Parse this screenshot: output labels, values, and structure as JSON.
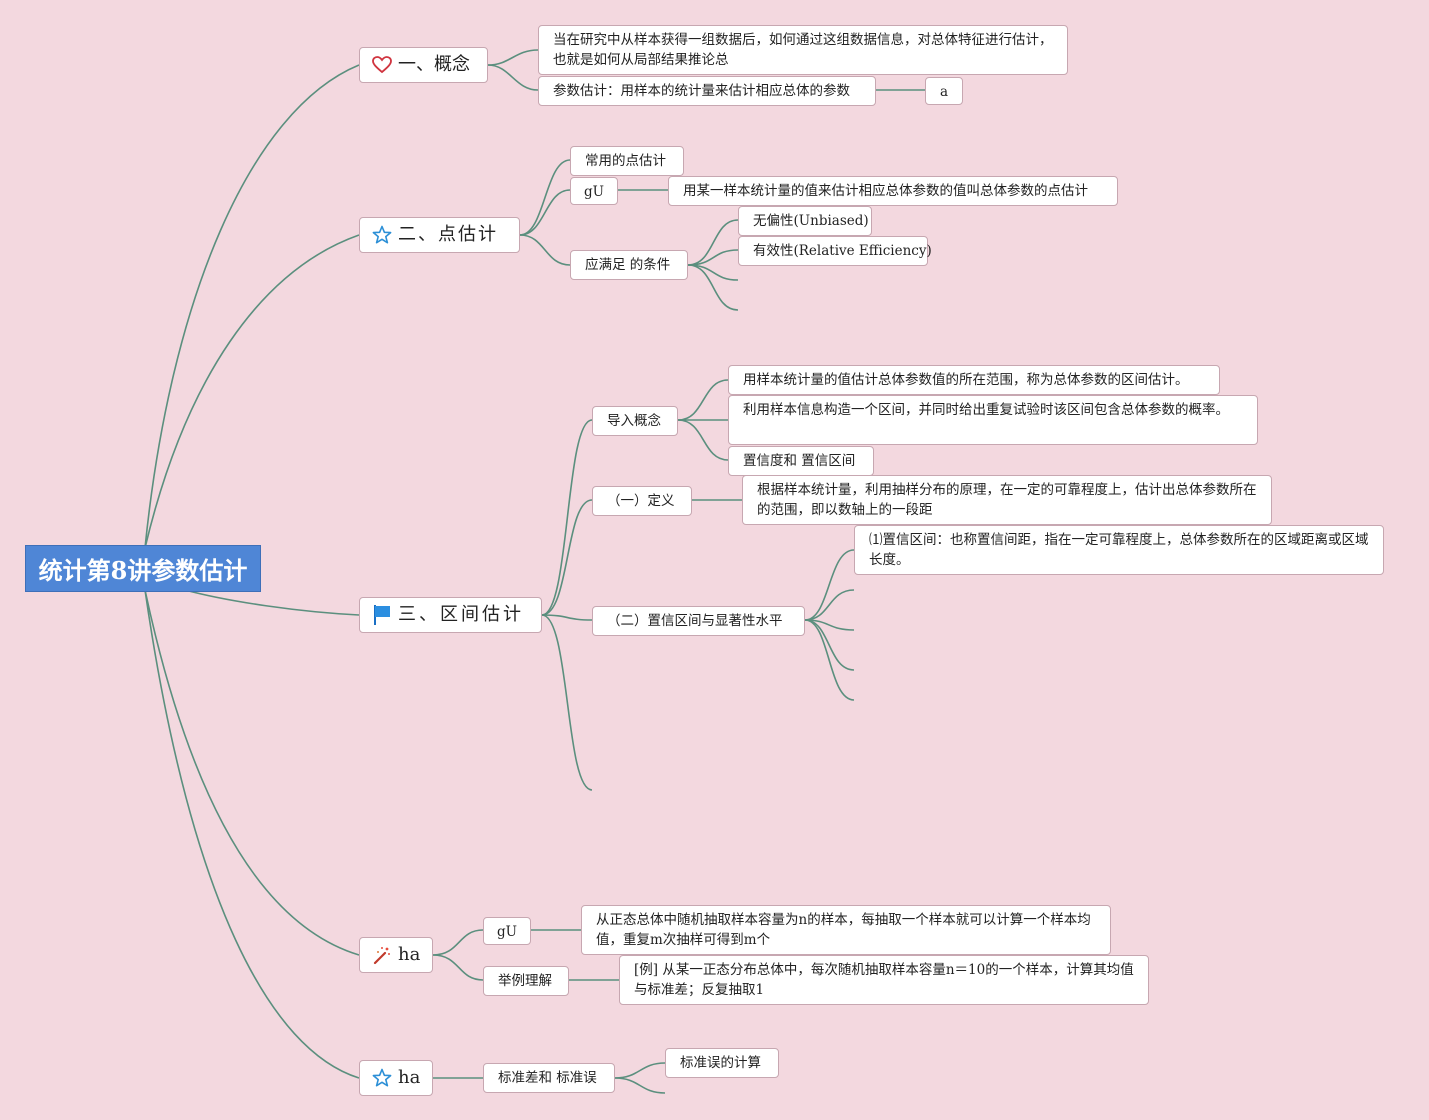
{
  "root": "统计第8讲参数估计",
  "branch1": {
    "title": "一、概念",
    "icon": "heart-icon",
    "items": [
      "当在研究中从样本获得一组数据后，如何通过这组数据信息，对总体特征进行估计，也就是如何从局部结果推论总",
      "参数估计：用样本的统计量来估计相应总体的参数"
    ],
    "extra": "a"
  },
  "branch2": {
    "title": "二、点估计",
    "icon": "star-icon",
    "common": "常用的点估计",
    "gu": "gU",
    "gu_text": "用某一样本统计量的值来估计相应总体参数的值叫总体参数的点估计",
    "cond": "应满足 的条件",
    "conds": [
      "无偏性(Unbiased)",
      "有效性(Relative Efficiency)"
    ]
  },
  "branch3": {
    "title": "三、区间估计",
    "icon": "flag-icon",
    "intro": "导入概念",
    "intro_items": [
      "用样本统计量的值估计总体参数值的所在范围，称为总体参数的区间估计。",
      "利用样本信息构造一个区间，并同时给出重复试验时该区间包含总体参数的概率。",
      "置信度和 置信区间"
    ],
    "def": "（一）定义",
    "def_text": "根据样本统计量，利用抽样分布的原理，在一定的可靠程度上，估计出总体参数所在的范围，即以数轴上的一段距",
    "ci": "（二）置信区间与显著性水平",
    "ci_text": "⑴置信区间：也称置信间距，指在一定可靠程度上，总体参数所在的区域距离或区域长度。"
  },
  "branch4": {
    "title": "ha",
    "icon": "magic-wand-icon",
    "gu": "gU",
    "gu_text": "从正态总体中随机抽取样本容量为n的样本，每抽取一个样本就可以计算一个样本均值，重复m次抽样可得到m个",
    "example": "举例理解",
    "example_text": "[例] 从某一正态分布总体中，每次随机抽取样本容量n＝10的一个样本，计算其均值与标准差；反复抽取1"
  },
  "branch5": {
    "title": "ha",
    "icon": "star-icon",
    "item": "标准差和 标准误",
    "sub": "标准误的计算"
  }
}
